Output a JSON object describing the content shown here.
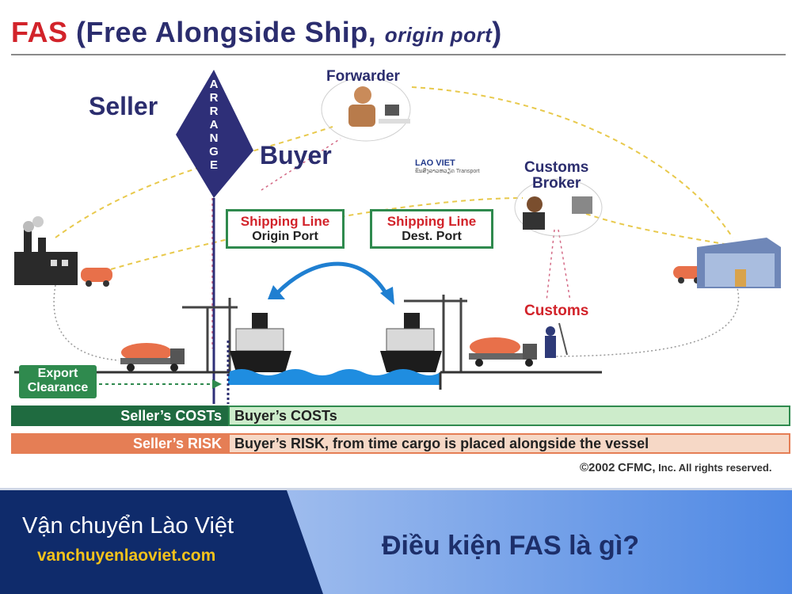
{
  "title": {
    "fas": "FAS",
    "main": "(Free Alongside Ship,",
    "origin": "origin port",
    "close": ")"
  },
  "roles": {
    "seller": "Seller",
    "buyer": "Buyer",
    "forwarder": "Forwarder",
    "customs_broker_1": "Customs",
    "customs_broker_2": "Broker",
    "customs": "Customs"
  },
  "arrange": [
    "A",
    "R",
    "R",
    "A",
    "N",
    "G",
    "E"
  ],
  "boxes": {
    "origin": {
      "top": "Shipping Line",
      "bottom": "Origin Port"
    },
    "dest": {
      "top": "Shipping Line",
      "bottom": "Dest. Port"
    }
  },
  "export_clearance": {
    "line1": "Export",
    "line2": "Clearance"
  },
  "bars": {
    "seller_costs": "Seller’s COSTs",
    "buyer_costs": "Buyer’s COSTs",
    "seller_risk": "Seller’s RISK",
    "buyer_risk": "Buyer’s RISK, from time cargo is placed alongside the vessel"
  },
  "copyright": {
    "symbol": "©2002",
    "owner": "CFMC,",
    "rest": "Inc. All rights reserved."
  },
  "logo": {
    "name": "LAO VIET",
    "sub": "ຂົນສົ່ງລາວຫວຽດ  Transport"
  },
  "banner": {
    "brand": "Vận chuyển Lào Việt",
    "site": "vanchuyenlaoviet.com",
    "headline": "Điều kiện FAS là gì?"
  },
  "colors": {
    "navy": "#2b2d6e",
    "red": "#d2232a",
    "green": "#2f8a4e",
    "orange": "#e57e55",
    "banner_dark": "#0f2b6b",
    "banner_light": "#5a90e6",
    "yellow": "#f3c21b"
  }
}
